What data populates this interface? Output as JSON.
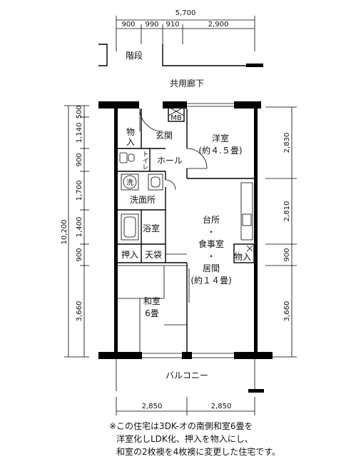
{
  "dimensions": {
    "top_total": "5,700",
    "top_segments": [
      "900",
      "990",
      "910",
      "2,900"
    ],
    "bottom_segments": [
      "2,850",
      "2,850"
    ],
    "left_total": "10,200",
    "left_segments": [
      "500",
      "1,140",
      "900",
      "1,700",
      "1,400",
      "900",
      "3,660"
    ],
    "right_segments": [
      "2,830",
      "2,810",
      "900",
      "3,660"
    ]
  },
  "labels": {
    "stairs": "階段",
    "corridor": "共用廊下",
    "balcony": "バルコニー",
    "storage_top_1": "物",
    "storage_top_2": "入",
    "entrance": "玄関",
    "mb": "MB",
    "toilet_1": "ト",
    "toilet_2": "イ",
    "toilet_3": "レ",
    "hall": "ホール",
    "washer": "洗",
    "washroom": "洗面所",
    "bath": "浴室",
    "closet": "押入",
    "upper_closet": "天袋",
    "western_room": "洋室",
    "western_size": "(約４.５畳)",
    "ldk_1": "台所",
    "ldk_dot1": "・",
    "ldk_2": "食事室",
    "ldk_dot2": "・",
    "ldk_3": "居間",
    "ldk_size": "(約１４畳)",
    "storage_right": "物入",
    "japanese_room": "和室",
    "japanese_size": "6畳"
  },
  "note": {
    "line1": "※この住宅は3DK-オの南側和室6畳を",
    "line2": "洋室化しLDK化、押入を物入にし、",
    "line3": "和室の2枚襖を4枚襖に変更した住宅です。"
  }
}
